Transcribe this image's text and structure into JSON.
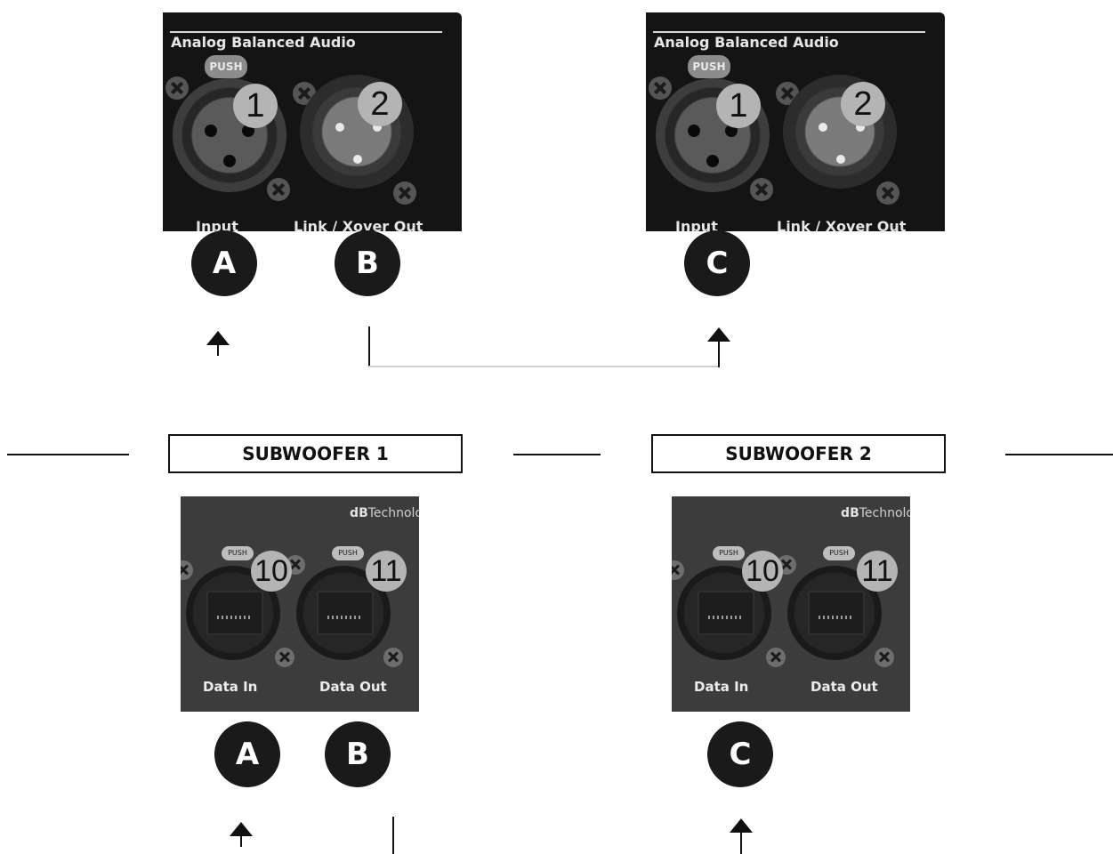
{
  "audio_panels": [
    {
      "title": "Analog Balanced Audio",
      "push": "PUSH",
      "connectors": [
        {
          "number": "1",
          "label": "Input"
        },
        {
          "number": "2",
          "label": "Link / Xover Out"
        }
      ]
    },
    {
      "title": "Analog Balanced Audio",
      "push": "PUSH",
      "connectors": [
        {
          "number": "1",
          "label": "Input"
        },
        {
          "number": "2",
          "label": "Link / Xover Out"
        }
      ]
    }
  ],
  "subwoofers": [
    {
      "label": "SUBWOOFER 1"
    },
    {
      "label": "SUBWOOFER 2"
    }
  ],
  "data_panels": [
    {
      "brand_bold": "dB",
      "brand_rest": "Technolo",
      "push": "PUSH",
      "ports": [
        {
          "number": "10",
          "label": "Data In"
        },
        {
          "number": "11",
          "label": "Data Out"
        }
      ]
    },
    {
      "brand_bold": "dB",
      "brand_rest": "Technolo",
      "push": "PUSH",
      "ports": [
        {
          "number": "10",
          "label": "Data In"
        },
        {
          "number": "11",
          "label": "Data Out"
        }
      ]
    }
  ],
  "letters": {
    "a": "A",
    "b": "B",
    "c": "C"
  },
  "colors": {
    "panel_dark": "#141414",
    "panel_grey": "#3c3c3c",
    "badge": "#1a1a1a",
    "number_badge": "#b4b4b4"
  }
}
